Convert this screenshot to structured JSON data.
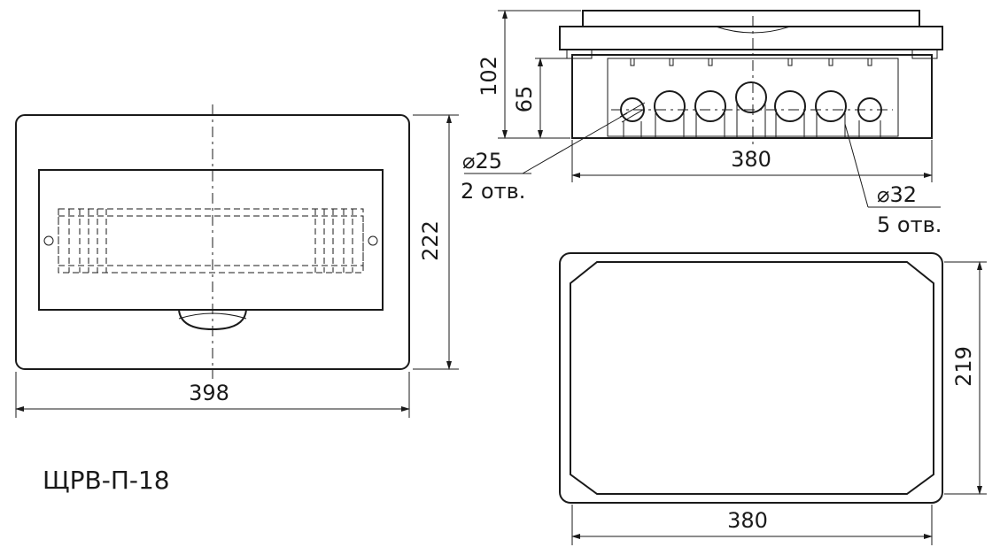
{
  "drawing": {
    "model": "ЩРВ-П-18",
    "front_view": {
      "width": "398",
      "height": "222"
    },
    "side_view": {
      "total_height": "102",
      "box_height": "65",
      "width": "380",
      "holes_small": {
        "diameter": "25",
        "count": "2 отв."
      },
      "holes_large": {
        "diameter": "32",
        "count": "5 отв."
      }
    },
    "back_view": {
      "width": "380",
      "height": "219"
    },
    "diameter_symbol": "⌀"
  }
}
